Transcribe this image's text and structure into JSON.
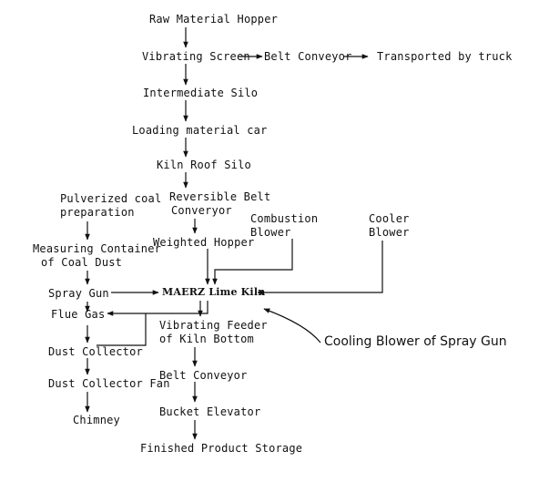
{
  "diagram": {
    "nodes": {
      "raw_material_hopper": "Raw Material Hopper",
      "vibrating_screen": "Vibrating Screen",
      "belt_conveyor_top": "Belt Conveyor",
      "transported_by_truck": "Transported by truck",
      "intermediate_silo": "Intermediate Silo",
      "loading_material_car": "Loading material car",
      "kiln_roof_silo": "Kiln Roof Silo",
      "reversible_belt_conveyor_line1": "Reversible Belt",
      "reversible_belt_conveyor_line2": "Converyor",
      "weighted_hopper": "Weighted Hopper",
      "combustion_blower_line1": "Combustion",
      "combustion_blower_line2": "Blower",
      "cooler_blower_line1": "Cooler",
      "cooler_blower_line2": "Blower",
      "pulverized_coal_line1": "Pulverized coal",
      "pulverized_coal_line2": "preparation",
      "measuring_container_line1": "Measuring Container",
      "measuring_container_line2": "of Coal Dust",
      "spray_gun": "Spray Gun",
      "maerz_lime_kiln": "MAERZ Lime Kiln",
      "flue_gas": "Flue Gas",
      "vibrating_feeder_line1": "Vibrating Feeder",
      "vibrating_feeder_line2": "of Kiln Bottom",
      "cooling_blower_spray_gun": "Cooling Blower of Spray Gun",
      "dust_collector": "Dust Collector",
      "dust_collector_fan": "Dust Collector Fan",
      "chimney": "Chimney",
      "belt_conveyor_bottom": "Belt Conveyor",
      "bucket_elevator": "Bucket Elevator",
      "finished_product_storage": "Finished Product Storage"
    }
  }
}
